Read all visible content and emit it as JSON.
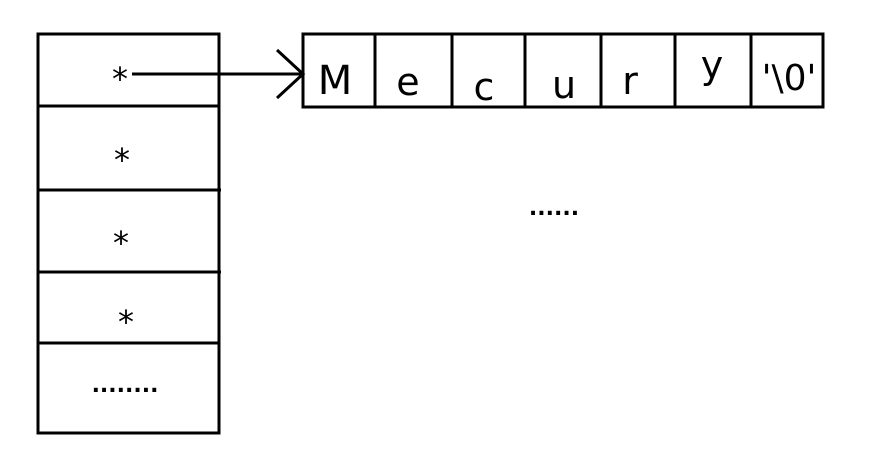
{
  "pointer_array": {
    "cells": [
      "*",
      "*",
      "*",
      "*",
      "........"
    ]
  },
  "char_array": {
    "cells": [
      "M",
      "e",
      "c",
      "u",
      "r",
      "y",
      "'\\0'"
    ]
  },
  "continuation": "......",
  "colors": {
    "stroke": "#000000",
    "background": "#ffffff"
  }
}
